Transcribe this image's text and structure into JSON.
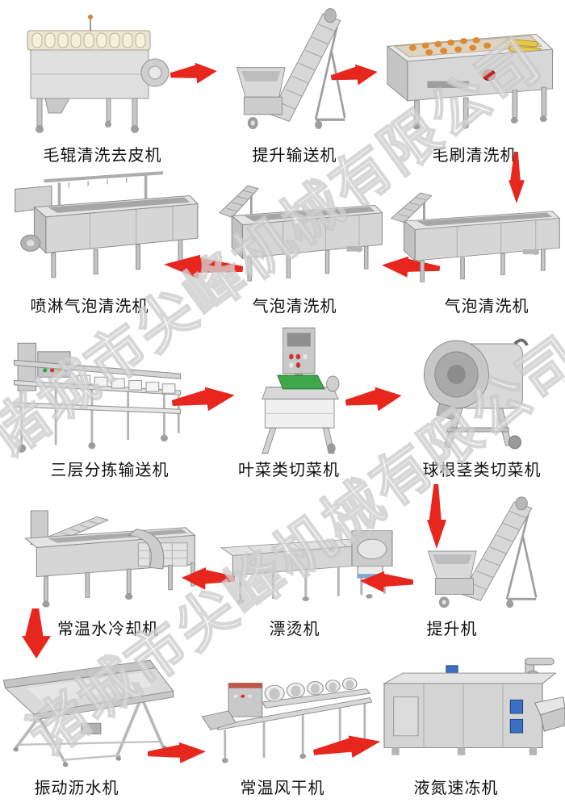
{
  "watermark": {
    "text": "诸城市尖峰机械有限公司",
    "fill": "#ffffff",
    "stroke": "#bdbdbd"
  },
  "flow": {
    "arrow_color": "#e7261d"
  },
  "rows": [
    {
      "direction": "left-to-right",
      "machines": [
        {
          "label": "毛辊清洗去皮机",
          "icon": "roller-brush-peeler-machine-photo"
        },
        {
          "label": "提升输送机",
          "icon": "elevating-conveyor-machine-photo"
        },
        {
          "label": "毛刷清洗机",
          "icon": "brush-washing-machine-photo"
        }
      ]
    },
    {
      "direction": "right-to-left",
      "machines": [
        {
          "label": "喷淋气泡清洗机",
          "icon": "spray-bubble-washing-machine-photo"
        },
        {
          "label": "气泡清洗机",
          "icon": "bubble-washing-machine-photo"
        },
        {
          "label": "气泡清洗机",
          "icon": "bubble-washing-machine-photo"
        }
      ]
    },
    {
      "direction": "left-to-right",
      "machines": [
        {
          "label": "三层分拣输送机",
          "icon": "three-layer-sorting-conveyor-machine-photo"
        },
        {
          "label": "叶菜类切菜机",
          "icon": "leafy-vegetable-cutting-machine-photo"
        },
        {
          "label": "球根茎类切菜机",
          "icon": "root-vegetable-cutting-machine-photo"
        }
      ]
    },
    {
      "direction": "right-to-left",
      "machines": [
        {
          "label": "常温水冷却机",
          "icon": "water-cooling-machine-photo"
        },
        {
          "label": "漂烫机",
          "icon": "blanching-machine-photo"
        },
        {
          "label": "提升机",
          "icon": "elevating-machine-photo"
        }
      ]
    },
    {
      "direction": "left-to-right",
      "machines": [
        {
          "label": "振动沥水机",
          "icon": "vibrating-draining-machine-photo"
        },
        {
          "label": "常温风干机",
          "icon": "air-drying-machine-photo"
        },
        {
          "label": "液氮速冻机",
          "icon": "liquid-nitrogen-freezer-machine-photo"
        }
      ]
    }
  ]
}
